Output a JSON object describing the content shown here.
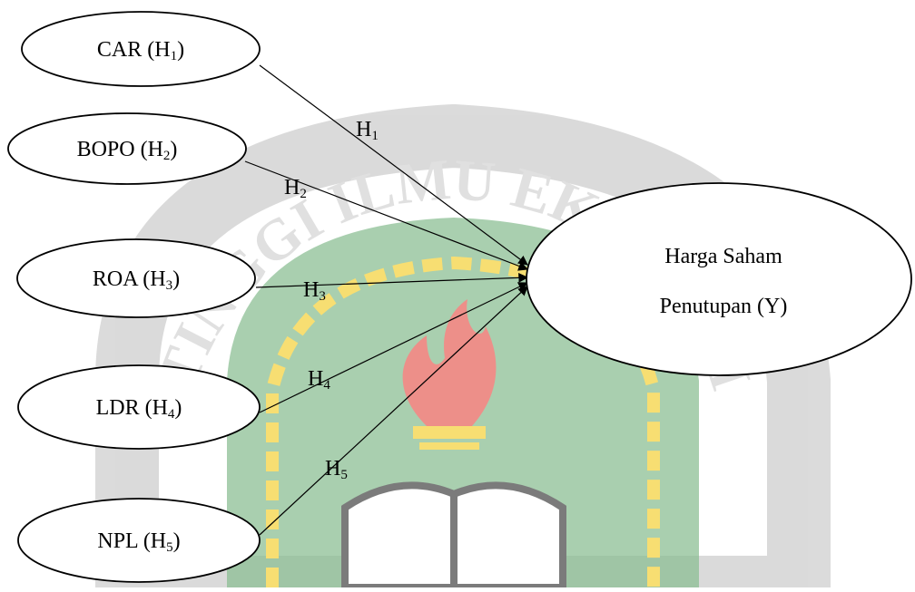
{
  "diagram": {
    "nodes": [
      {
        "id": "car",
        "name": "CAR",
        "sub": "1"
      },
      {
        "id": "bopo",
        "name": "BOPO",
        "sub": "2"
      },
      {
        "id": "roa",
        "name": "ROA",
        "sub": "3"
      },
      {
        "id": "ldr",
        "name": "LDR",
        "sub": "4"
      },
      {
        "id": "npl",
        "name": "NPL",
        "sub": "5"
      }
    ],
    "target": {
      "line1": "Harga Saham",
      "line2": "Penutupan (Y)"
    },
    "edges": [
      {
        "from": "car",
        "label": "H",
        "sub": "1"
      },
      {
        "from": "bopo",
        "label": "H",
        "sub": "2"
      },
      {
        "from": "roa",
        "label": "H",
        "sub": "3"
      },
      {
        "from": "ldr",
        "label": "H",
        "sub": "4"
      },
      {
        "from": "npl",
        "label": "H",
        "sub": "5"
      }
    ]
  },
  "watermark": {
    "text": "TINGGI ILMU EKONOMI",
    "colors": {
      "green": "#2e8b3e",
      "gold": "#f2c400",
      "red": "#e0342a",
      "gray": "#bdbdbd"
    }
  }
}
